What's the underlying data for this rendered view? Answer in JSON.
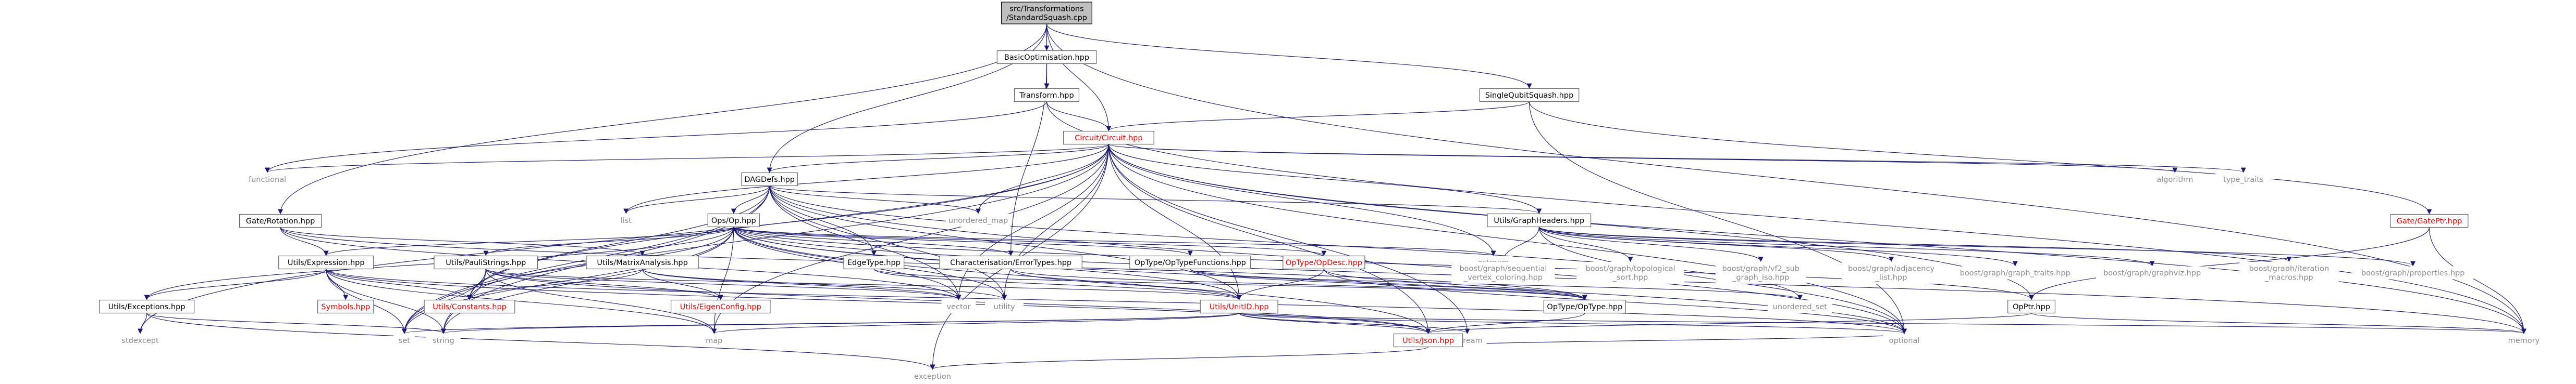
{
  "graph": {
    "title": "",
    "nodes": [
      {
        "id": "root",
        "lines": [
          "src/Transformations",
          "/StandardSquash.cpp"
        ],
        "style": "root"
      },
      {
        "id": "basicopt",
        "lines": [
          "BasicOptimisation.hpp"
        ],
        "style": "boxed"
      },
      {
        "id": "transform",
        "lines": [
          "Transform.hpp"
        ],
        "style": "boxed"
      },
      {
        "id": "singlequbit",
        "lines": [
          "SingleQubitSquash.hpp"
        ],
        "style": "boxed"
      },
      {
        "id": "circuit",
        "lines": [
          "Circuit/Circuit.hpp"
        ],
        "style": "red"
      },
      {
        "id": "functional",
        "lines": [
          "functional"
        ],
        "style": "ext"
      },
      {
        "id": "gaterot",
        "lines": [
          "Gate/Rotation.hpp"
        ],
        "style": "boxed"
      },
      {
        "id": "dagdefs",
        "lines": [
          "DAGDefs.hpp"
        ],
        "style": "boxed"
      },
      {
        "id": "algorithm",
        "lines": [
          "algorithm"
        ],
        "style": "ext"
      },
      {
        "id": "typetraits",
        "lines": [
          "type_traits"
        ],
        "style": "ext"
      },
      {
        "id": "gateptr",
        "lines": [
          "Gate/GatePtr.hpp"
        ],
        "style": "red"
      },
      {
        "id": "list",
        "lines": [
          "list"
        ],
        "style": "ext"
      },
      {
        "id": "unorderedmap",
        "lines": [
          "unordered_map"
        ],
        "style": "ext"
      },
      {
        "id": "opsop",
        "lines": [
          "Ops/Op.hpp"
        ],
        "style": "boxed"
      },
      {
        "id": "utilsgraph",
        "lines": [
          "Utils/GraphHeaders.hpp"
        ],
        "style": "boxed"
      },
      {
        "id": "utilsexpr",
        "lines": [
          "Utils/Expression.hpp"
        ],
        "style": "boxed"
      },
      {
        "id": "utilsmatrix",
        "lines": [
          "Utils/MatrixAnalysis.hpp"
        ],
        "style": "boxed"
      },
      {
        "id": "utilspauli",
        "lines": [
          "Utils/PauliStrings.hpp"
        ],
        "style": "boxed"
      },
      {
        "id": "edgetype",
        "lines": [
          "EdgeType.hpp"
        ],
        "style": "boxed"
      },
      {
        "id": "charerr",
        "lines": [
          "Characterisation/ErrorTypes.hpp"
        ],
        "style": "boxed"
      },
      {
        "id": "optypefunc",
        "lines": [
          "OpType/OpTypeFunctions.hpp"
        ],
        "style": "boxed"
      },
      {
        "id": "optypedesc",
        "lines": [
          "OpType/OpDesc.hpp"
        ],
        "style": "red"
      },
      {
        "id": "ostream",
        "lines": [
          "ostream"
        ],
        "style": "ext"
      },
      {
        "id": "opptr",
        "lines": [
          "OpPtr.hpp"
        ],
        "style": "boxed"
      },
      {
        "id": "bseqvc",
        "lines": [
          "boost/graph/sequential",
          "_vertex_coloring.hpp"
        ],
        "style": "ext"
      },
      {
        "id": "btopo",
        "lines": [
          "boost/graph/topological",
          "_sort.hpp"
        ],
        "style": "ext"
      },
      {
        "id": "bvf2",
        "lines": [
          "boost/graph/vf2_sub",
          "_graph_iso.hpp"
        ],
        "style": "ext"
      },
      {
        "id": "badj",
        "lines": [
          "boost/graph/adjacency",
          "_list.hpp"
        ],
        "style": "ext"
      },
      {
        "id": "btraits",
        "lines": [
          "boost/graph/graph_traits.hpp"
        ],
        "style": "ext"
      },
      {
        "id": "bgraphviz",
        "lines": [
          "boost/graph/graphviz.hpp"
        ],
        "style": "ext"
      },
      {
        "id": "biter",
        "lines": [
          "boost/graph/iteration",
          "_macros.hpp"
        ],
        "style": "ext"
      },
      {
        "id": "bprops",
        "lines": [
          "boost/graph/properties.hpp"
        ],
        "style": "ext"
      },
      {
        "id": "utilsexc",
        "lines": [
          "Utils/Exceptions.hpp"
        ],
        "style": "boxed"
      },
      {
        "id": "symbols",
        "lines": [
          "Symbols.hpp"
        ],
        "style": "red"
      },
      {
        "id": "utilsconst",
        "lines": [
          "Utils/Constants.hpp"
        ],
        "style": "red"
      },
      {
        "id": "utilseigen",
        "lines": [
          "Utils/EigenConfig.hpp"
        ],
        "style": "red"
      },
      {
        "id": "vector",
        "lines": [
          "vector"
        ],
        "style": "ext"
      },
      {
        "id": "utility",
        "lines": [
          "utility"
        ],
        "style": "ext"
      },
      {
        "id": "utilsunitid",
        "lines": [
          "Utils/UnitID.hpp"
        ],
        "style": "red"
      },
      {
        "id": "unorderedset",
        "lines": [
          "unordered_set"
        ],
        "style": "ext"
      },
      {
        "id": "optypehpp",
        "lines": [
          "OpType/OpType.hpp"
        ],
        "style": "boxed"
      },
      {
        "id": "stdexcept",
        "lines": [
          "stdexcept"
        ],
        "style": "ext"
      },
      {
        "id": "set",
        "lines": [
          "set"
        ],
        "style": "ext"
      },
      {
        "id": "string",
        "lines": [
          "string"
        ],
        "style": "ext"
      },
      {
        "id": "map",
        "lines": [
          "map"
        ],
        "style": "ext"
      },
      {
        "id": "sstream",
        "lines": [
          "sstream"
        ],
        "style": "ext"
      },
      {
        "id": "utilsjson",
        "lines": [
          "Utils/Json.hpp"
        ],
        "style": "red"
      },
      {
        "id": "optional",
        "lines": [
          "optional"
        ],
        "style": "ext"
      },
      {
        "id": "memory",
        "lines": [
          "memory"
        ],
        "style": "ext"
      },
      {
        "id": "exception",
        "lines": [
          "exception"
        ],
        "style": "ext"
      }
    ],
    "edges": [
      [
        "root",
        "basicopt"
      ],
      [
        "root",
        "transform"
      ],
      [
        "root",
        "singlequbit"
      ],
      [
        "root",
        "circuit"
      ],
      [
        "root",
        "dagdefs"
      ],
      [
        "root",
        "gaterot"
      ],
      [
        "root",
        "memory"
      ],
      [
        "basicopt",
        "transform"
      ],
      [
        "basicopt",
        "charerr"
      ],
      [
        "transform",
        "circuit"
      ],
      [
        "transform",
        "functional"
      ],
      [
        "transform",
        "memory"
      ],
      [
        "singlequbit",
        "circuit"
      ],
      [
        "singlequbit",
        "gateptr"
      ],
      [
        "singlequbit",
        "optional"
      ],
      [
        "circuit",
        "dagdefs"
      ],
      [
        "circuit",
        "functional"
      ],
      [
        "circuit",
        "algorithm"
      ],
      [
        "circuit",
        "typetraits"
      ],
      [
        "circuit",
        "list"
      ],
      [
        "circuit",
        "unorderedmap"
      ],
      [
        "circuit",
        "utilsgraph"
      ],
      [
        "circuit",
        "ostream"
      ],
      [
        "circuit",
        "opptr"
      ],
      [
        "circuit",
        "utilsunitid"
      ],
      [
        "circuit",
        "utilsconst"
      ],
      [
        "circuit",
        "utilsjson"
      ],
      [
        "circuit",
        "optional"
      ],
      [
        "circuit",
        "memory"
      ],
      [
        "circuit",
        "map"
      ],
      [
        "circuit",
        "vector"
      ],
      [
        "circuit",
        "set"
      ],
      [
        "circuit",
        "stdexcept"
      ],
      [
        "circuit",
        "exception"
      ],
      [
        "circuit",
        "utility"
      ],
      [
        "circuit",
        "sstream"
      ],
      [
        "gateptr",
        "opptr"
      ],
      [
        "gateptr",
        "memory"
      ],
      [
        "gaterot",
        "utilsexpr"
      ],
      [
        "gaterot",
        "utilsmatrix"
      ],
      [
        "gaterot",
        "optypehpp"
      ],
      [
        "gaterot",
        "vector"
      ],
      [
        "dagdefs",
        "opsop"
      ],
      [
        "dagdefs",
        "list"
      ],
      [
        "dagdefs",
        "unorderedmap"
      ],
      [
        "dagdefs",
        "utilsgraph"
      ],
      [
        "dagdefs",
        "edgetype"
      ],
      [
        "dagdefs",
        "vector"
      ],
      [
        "dagdefs",
        "utility"
      ],
      [
        "dagdefs",
        "utilsunitid"
      ],
      [
        "dagdefs",
        "utilsconst"
      ],
      [
        "dagdefs",
        "string"
      ],
      [
        "dagdefs",
        "set"
      ],
      [
        "dagdefs",
        "unorderedset"
      ],
      [
        "dagdefs",
        "optional"
      ],
      [
        "opsop",
        "utilsexpr"
      ],
      [
        "opsop",
        "utilspauli"
      ],
      [
        "opsop",
        "charerr"
      ],
      [
        "opsop",
        "optypefunc"
      ],
      [
        "opsop",
        "optypedesc"
      ],
      [
        "opsop",
        "ostream"
      ],
      [
        "opsop",
        "opptr"
      ],
      [
        "opsop",
        "utilsexc"
      ],
      [
        "opsop",
        "utilsconst"
      ],
      [
        "opsop",
        "utilsjson"
      ],
      [
        "opsop",
        "vector"
      ],
      [
        "opsop",
        "utility"
      ],
      [
        "opsop",
        "utilsunitid"
      ],
      [
        "opsop",
        "optional"
      ],
      [
        "opsop",
        "memory"
      ],
      [
        "opsop",
        "set"
      ],
      [
        "opsop",
        "map"
      ],
      [
        "opsop",
        "string"
      ],
      [
        "utilsgraph",
        "bseqvc"
      ],
      [
        "utilsgraph",
        "btopo"
      ],
      [
        "utilsgraph",
        "bvf2"
      ],
      [
        "utilsgraph",
        "badj"
      ],
      [
        "utilsgraph",
        "btraits"
      ],
      [
        "utilsgraph",
        "bgraphviz"
      ],
      [
        "utilsgraph",
        "biter"
      ],
      [
        "utilsgraph",
        "bprops"
      ],
      [
        "utilsgraph",
        "optional"
      ],
      [
        "utilsexpr",
        "utilsexc"
      ],
      [
        "utilsexpr",
        "symbols"
      ],
      [
        "utilsexpr",
        "utilsconst"
      ],
      [
        "utilsexpr",
        "utilsjson"
      ],
      [
        "utilsexpr",
        "set"
      ],
      [
        "utilsexpr",
        "string"
      ],
      [
        "utilsexpr",
        "map"
      ],
      [
        "utilsexpr",
        "optional"
      ],
      [
        "utilsmatrix",
        "utilseigen"
      ],
      [
        "utilsmatrix",
        "utilsconst"
      ],
      [
        "utilsmatrix",
        "vector"
      ],
      [
        "utilsmatrix",
        "utility"
      ],
      [
        "utilspauli",
        "utilsconst"
      ],
      [
        "utilspauli",
        "utilseigen"
      ],
      [
        "utilspauli",
        "utilsunitid"
      ],
      [
        "utilspauli",
        "utilsjson"
      ],
      [
        "utilspauli",
        "map"
      ],
      [
        "utilspauli",
        "set"
      ],
      [
        "utilspauli",
        "string"
      ],
      [
        "utilspauli",
        "vector"
      ],
      [
        "edgetype",
        "utilsunitid"
      ],
      [
        "edgetype",
        "optypehpp"
      ],
      [
        "charerr",
        "optypehpp"
      ],
      [
        "charerr",
        "utilsunitid"
      ],
      [
        "optypefunc",
        "optypehpp"
      ],
      [
        "optypefunc",
        "unorderedset"
      ],
      [
        "optypedesc",
        "optypehpp"
      ],
      [
        "optypedesc",
        "optional"
      ],
      [
        "optypedesc",
        "utilsunitid"
      ],
      [
        "opptr",
        "utilsjson"
      ],
      [
        "opptr",
        "memory"
      ],
      [
        "utilsexc",
        "stdexcept"
      ],
      [
        "utilsexc",
        "string"
      ],
      [
        "utilsexc",
        "exception"
      ],
      [
        "utilsunitid",
        "utilsjson"
      ],
      [
        "utilsunitid",
        "memory"
      ],
      [
        "utilsunitid",
        "string"
      ],
      [
        "utilsunitid",
        "sstream"
      ],
      [
        "utilsunitid",
        "optional"
      ],
      [
        "utilsunitid",
        "map"
      ],
      [
        "utilsunitid",
        "set"
      ],
      [
        "optypehpp",
        "utilsjson"
      ],
      [
        "utilsjson",
        "exception"
      ],
      [
        "utilsjson",
        "optional"
      ]
    ]
  }
}
